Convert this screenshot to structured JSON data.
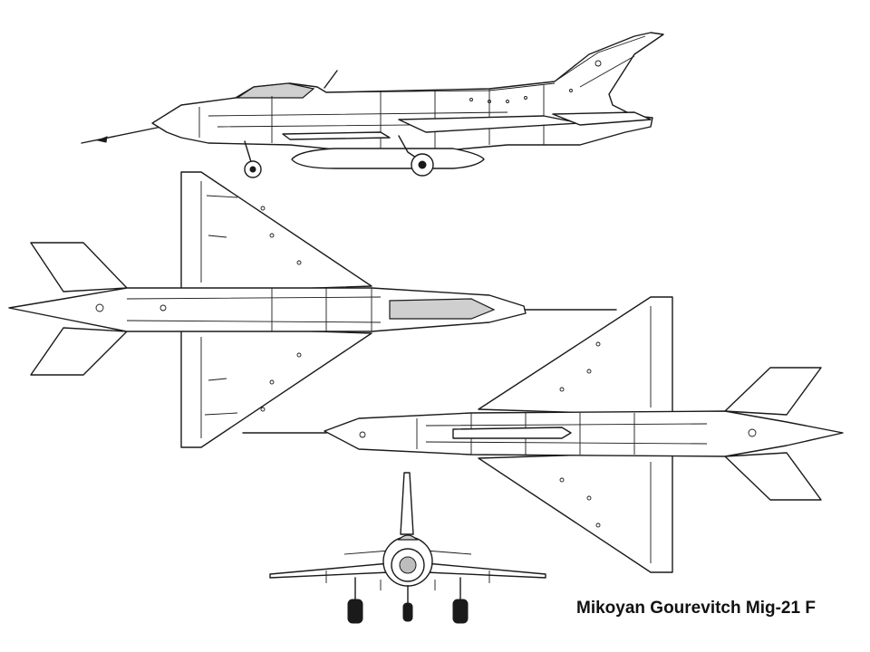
{
  "caption": "Mikoyan Gourevitch Mig-21 F",
  "views": [
    "side-view",
    "top-view",
    "bottom-view",
    "front-view"
  ],
  "colors": {
    "line": "#1a1a1a",
    "background": "#ffffff",
    "canopy": "#cfcfcf"
  }
}
